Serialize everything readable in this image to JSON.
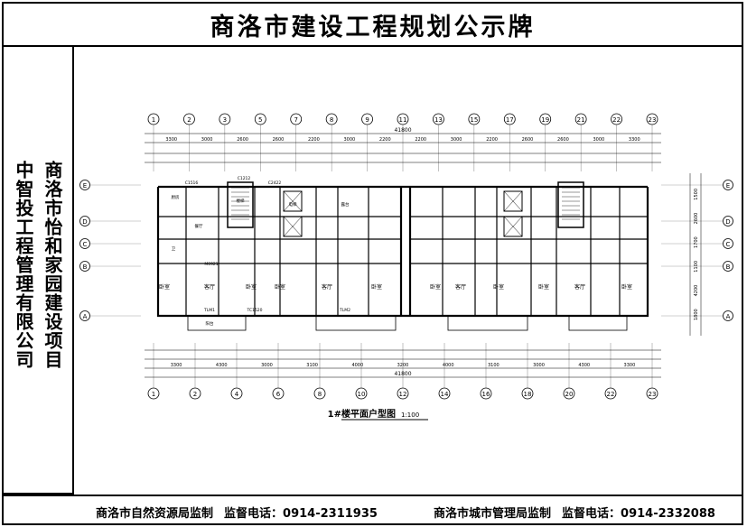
{
  "header": {
    "title": "商洛市建设工程规划公示牌"
  },
  "project": {
    "name": "商洛市怡和家园建设项目",
    "company": "中智投工程管理有限公司"
  },
  "drawing": {
    "caption": "1#楼平面户型图",
    "scale": "1:100",
    "axis_numbers": [
      "1",
      "2",
      "3",
      "5",
      "7",
      "8",
      "9",
      "11",
      "13",
      "15",
      "17",
      "19",
      "21",
      "22",
      "23"
    ],
    "axis_numbers_bottom": [
      "1",
      "2",
      "4",
      "6",
      "8",
      "10",
      "12",
      "14",
      "16",
      "18",
      "20",
      "22",
      "23"
    ],
    "axis_letters": [
      "E",
      "D",
      "C",
      "B",
      "A"
    ],
    "total_dim": "41800",
    "top_dims": [
      "3300",
      "3000",
      "2600",
      "2600",
      "2200",
      "3000",
      "2200",
      "2200",
      "3000",
      "2200",
      "2600",
      "2600",
      "3000",
      "3300"
    ],
    "bottom_dims": [
      "3300",
      "4300",
      "3000",
      "3100",
      "4000",
      "3200",
      "4000",
      "3100",
      "3000",
      "4300",
      "3300"
    ],
    "right_dims": [
      "1500",
      "2600",
      "1700",
      "1100",
      "4200",
      "1800"
    ],
    "room_labels": [
      "卧室",
      "客厅",
      "卧室",
      "卧室",
      "客厅",
      "卧室",
      "卧室",
      "客厅",
      "卧室",
      "卧室",
      "客厅",
      "卧室"
    ],
    "small_labels": [
      "厨房",
      "餐厅",
      "卫",
      "阳台",
      "电梯",
      "楼梯",
      "露台",
      "TLM1",
      "TLM2",
      "TC1520",
      "C2422",
      "C1212",
      "C1516",
      "M0921"
    ]
  },
  "footer": {
    "left_org": "商洛市自然资源局监制",
    "left_phone_label": "监督电话：",
    "left_phone": "0914-2311935",
    "right_org": "商洛市城市管理局监制",
    "right_phone_label": "监督电话：",
    "right_phone": "0914-2332088"
  }
}
